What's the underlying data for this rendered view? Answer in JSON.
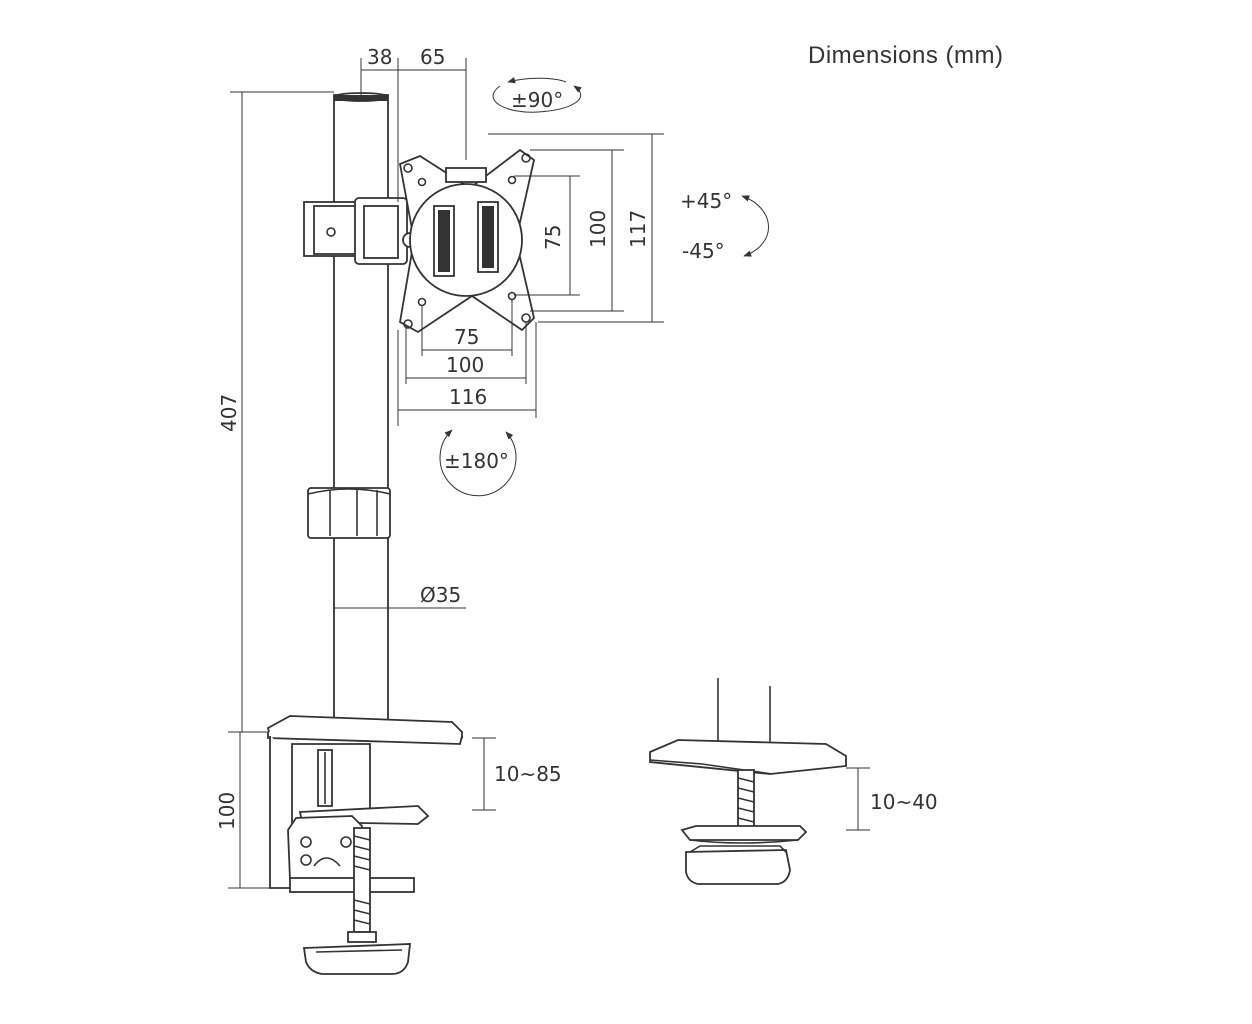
{
  "title": "Dimensions (mm)",
  "dimensions": {
    "top_offset_a": "38",
    "top_offset_b": "65",
    "swivel": "±90°",
    "tilt_up": "+45°",
    "tilt_down": "-45°",
    "vesa_v_small": "75",
    "vesa_v_large": "100",
    "plate_height": "117",
    "vesa_h_small": "75",
    "vesa_h_large": "100",
    "plate_width": "116",
    "rotation": "±180°",
    "total_height": "407",
    "pole_diameter": "Ø35",
    "clamp_height": "100",
    "clamp_range": "10~85",
    "grommet_range": "10~40"
  },
  "colors": {
    "line": "#333333",
    "background": "#ffffff"
  }
}
